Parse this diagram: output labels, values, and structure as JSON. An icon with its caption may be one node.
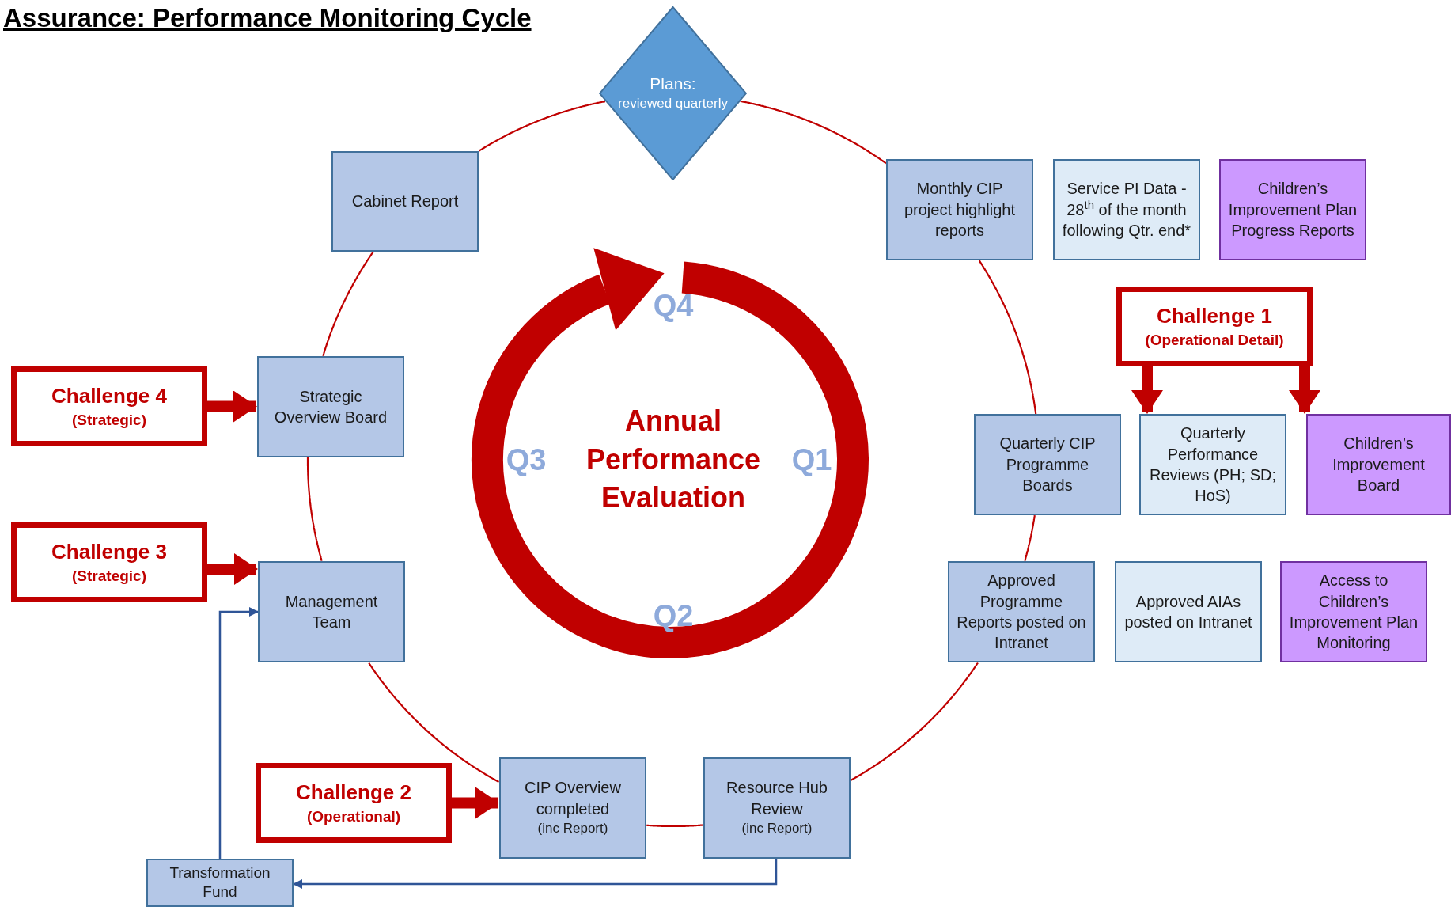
{
  "diagram": {
    "title": "Assurance: Performance Monitoring Cycle",
    "nodes": [
      {
        "text": [
          "Plans:",
          "reviewed quarterly"
        ]
      },
      {
        "text": [
          "Cabinet Report"
        ]
      },
      {
        "text": [
          "Monthly CIP project highlight reports"
        ]
      },
      {
        "text": [
          "Service PI Data - 28$^{th}$ of the month following Qtr. end*"
        ]
      },
      {
        "text": [
          "Children’s Improvement Plan Progress Reports"
        ]
      },
      {
        "text": [
          "Challenge 1",
          "(Operational Detail)"
        ]
      },
      {
        "text": [
          "Quarterly CIP Programme Boards"
        ]
      },
      {
        "text": [
          "Quarterly Performance Reviews (PH; SD; HoS)"
        ]
      },
      {
        "text": [
          "Children’s Improvement Board"
        ]
      },
      {
        "text": [
          "Approved Programme Reports posted on Intranet"
        ]
      },
      {
        "text": [
          "Approved AIAs posted on Intranet"
        ]
      },
      {
        "text": [
          "Access to Children’s Improvement Plan Monitoring"
        ]
      },
      {
        "text": [
          "Strategic Overview Board"
        ]
      },
      {
        "text": [
          "Challenge 4",
          "(Strategic)"
        ]
      },
      {
        "text": [
          "Challenge 3",
          "(Strategic)"
        ]
      },
      {
        "text": [
          "Management Team"
        ]
      },
      {
        "text": [
          "Challenge 2",
          "(Operational)"
        ]
      },
      {
        "text": [
          "CIP Overview completed",
          "(inc Report)"
        ]
      },
      {
        "text": [
          "Resource Hub Review",
          "(inc Report)"
        ]
      },
      {
        "text": [
          "Transformation Fund"
        ]
      }
    ],
    "edges": [
      {
        "from": 0,
        "to": 2,
        "arrow": "none"
      },
      {
        "from": 2,
        "to": 6,
        "arrow": "none"
      },
      {
        "from": 6,
        "to": 9,
        "arrow": "none"
      },
      {
        "from": 9,
        "to": 18,
        "arrow": "none"
      },
      {
        "from": 18,
        "to": 17,
        "arrow": "none"
      },
      {
        "from": 17,
        "to": 15,
        "arrow": "none"
      },
      {
        "from": 15,
        "to": 12,
        "arrow": "none"
      },
      {
        "from": 12,
        "to": 1,
        "arrow": "none"
      },
      {
        "from": 1,
        "to": 0,
        "arrow": "none"
      },
      {
        "from": 5,
        "to": 7,
        "arrow": "to",
        "style": "thick"
      },
      {
        "from": 5,
        "to": 8,
        "arrow": "to",
        "style": "thick"
      },
      {
        "from": 13,
        "to": 12,
        "arrow": "to",
        "style": "thick"
      },
      {
        "from": 14,
        "to": 15,
        "arrow": "to",
        "style": "thick"
      },
      {
        "from": 16,
        "to": 17,
        "arrow": "to",
        "style": "thick"
      },
      {
        "from": 18,
        "to": 19,
        "arrow": "to",
        "color": "#2f5597"
      },
      {
        "from": 19,
        "to": 15,
        "arrow": "to",
        "color": "#2f5597"
      }
    ],
    "labels": [
      "Q4",
      "Q3",
      "Annual Performance Evaluation",
      "Q1",
      "Q2"
    ]
  }
}
